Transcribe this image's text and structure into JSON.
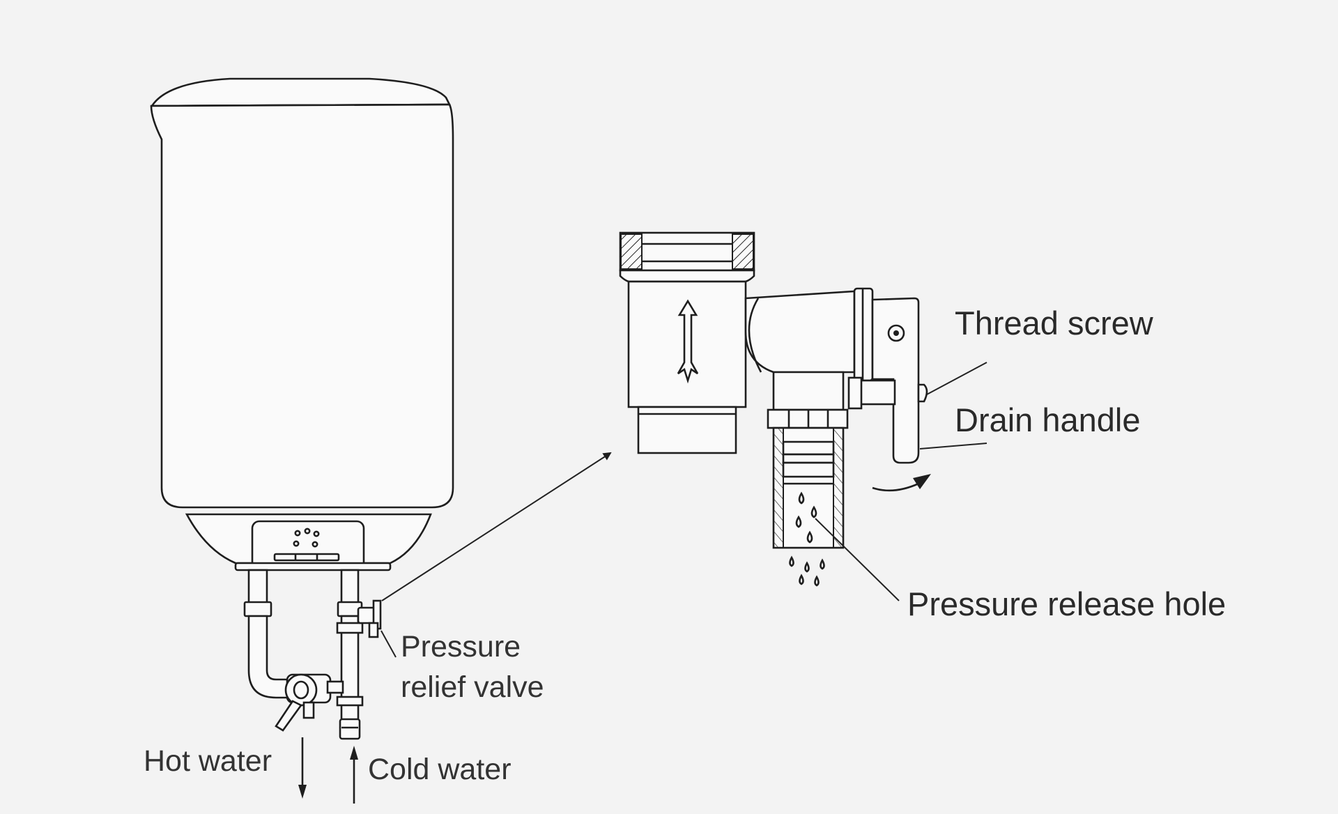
{
  "labels": {
    "thread_screw": "Thread screw",
    "drain_handle": "Drain handle",
    "pressure_release_hole": "Pressure release hole",
    "pressure_relief_valve_line1": "Pressure",
    "pressure_relief_valve_line2": "relief valve",
    "hot_water": "Hot water",
    "cold_water": "Cold water"
  },
  "colors": {
    "background": "#f3f3f3",
    "line": "#1e1e1e",
    "text": "#2a2a2a"
  }
}
